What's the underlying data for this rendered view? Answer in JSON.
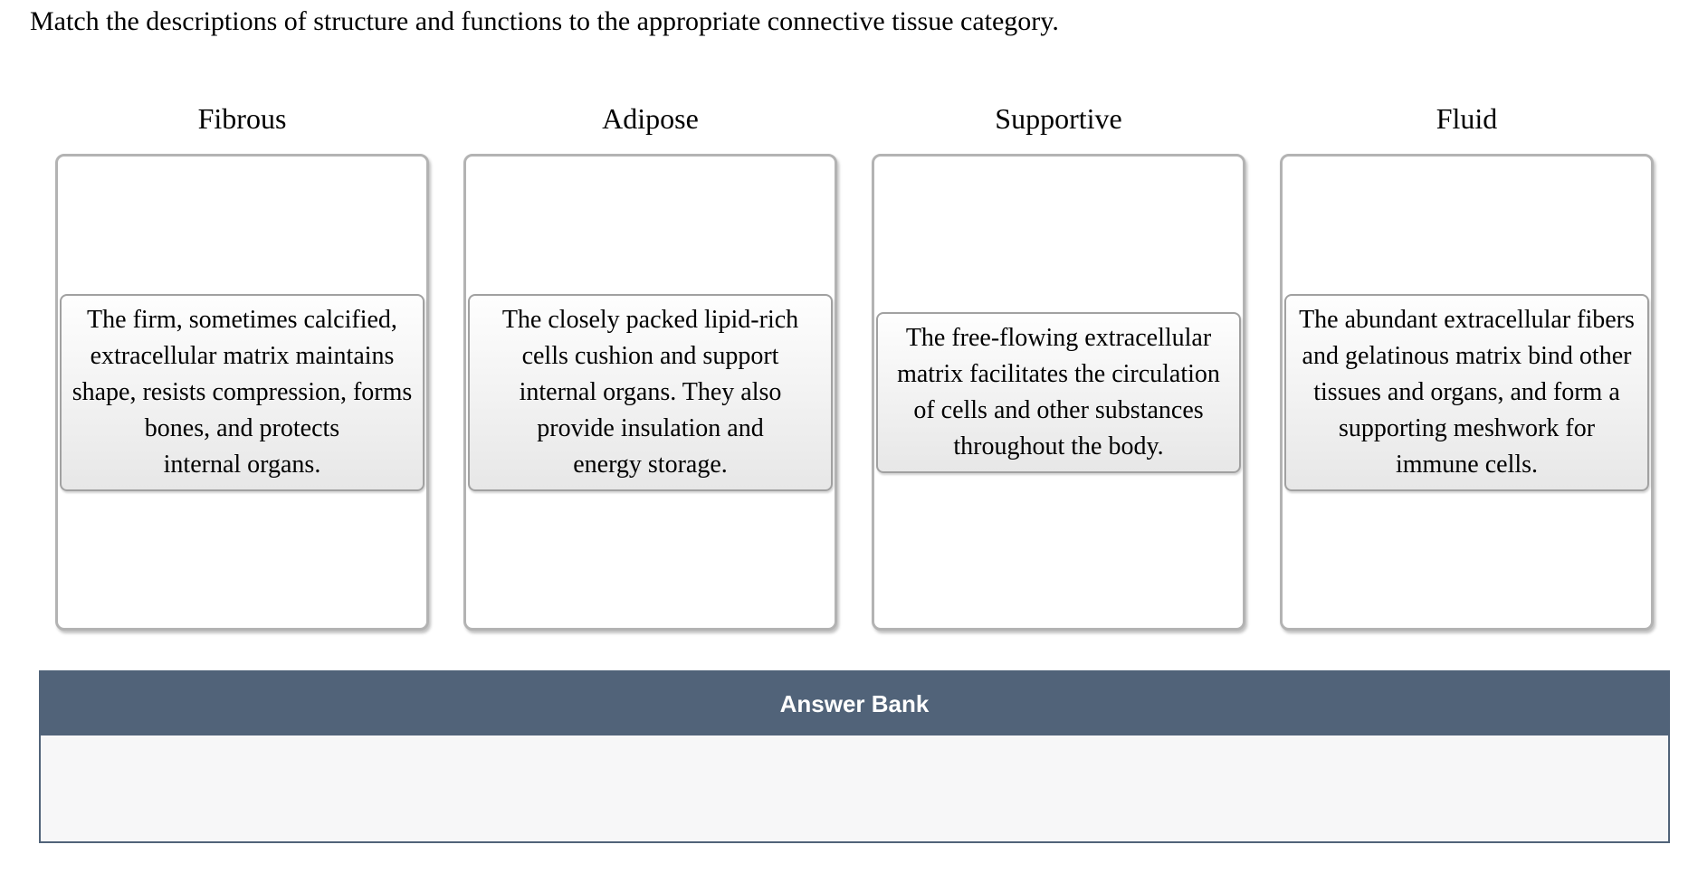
{
  "title": "Match the descriptions of structure and functions to the appropriate connective tissue category.",
  "categories": [
    {
      "label": "Fibrous",
      "description": "The firm, sometimes calcified,\nextracellular matrix maintains\nshape, resists compression, forms\nbones, and protects\ninternal organs."
    },
    {
      "label": "Adipose",
      "description": "The closely packed lipid-rich\ncells cushion and support\ninternal organs. They also\nprovide insulation and\nenergy storage."
    },
    {
      "label": "Supportive",
      "description": "The free-flowing extracellular\nmatrix facilitates the circulation\nof cells and other substances\nthroughout the body."
    },
    {
      "label": "Fluid",
      "description": "The abundant extracellular fibers\nand gelatinous matrix bind other\ntissues and organs, and form a\nsupporting meshwork for\nimmune cells."
    }
  ],
  "answer_bank": {
    "label": "Answer Bank",
    "items": []
  },
  "colors": {
    "bank_header_bg": "#516379",
    "bank_body_bg": "#f7f7f8",
    "box_border": "#b3b3b3",
    "card_border": "#a1a1a1",
    "card_grad_top": "#fefefe",
    "card_grad_bottom": "#e7e7e7",
    "text_color": "#000000",
    "bank_label_color": "#ffffff"
  }
}
